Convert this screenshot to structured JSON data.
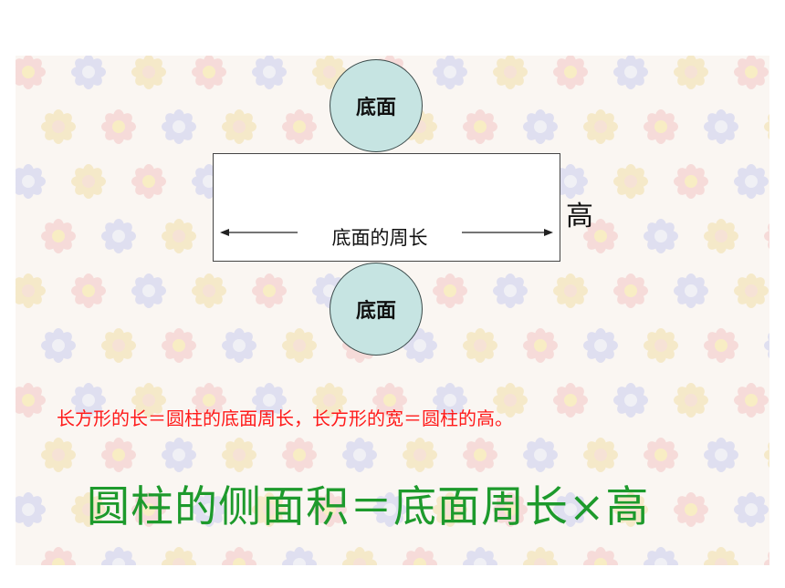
{
  "diagram": {
    "top_circle_label": "底面",
    "bottom_circle_label": "底面",
    "rectangle_width_label": "底面的周长",
    "rectangle_height_label": "高"
  },
  "text": {
    "relation": "长方形的长＝圆柱的底面周长，长方形的宽＝圆柱的高。",
    "formula": "圆柱的侧面积＝底面周长×高"
  },
  "colors": {
    "relation_text": "#ff1a1a",
    "formula_text": "#1d9a2c",
    "circle_fill": "#c6e4e2",
    "background_pattern": "#faf6f2"
  }
}
